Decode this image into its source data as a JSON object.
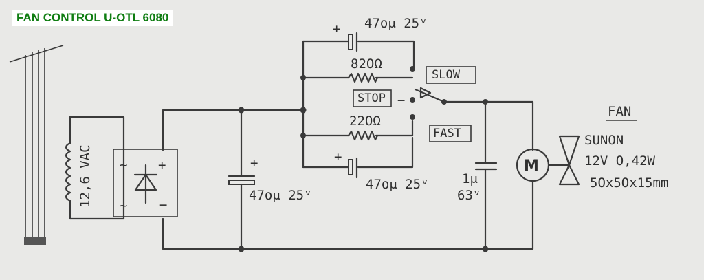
{
  "title": "FAN CONTROL U-OTL 6080",
  "labels": {
    "transformer_voltage": "12,6 VAC",
    "bridge_ac1": "~",
    "bridge_ac2": "~",
    "bridge_plus": "+",
    "bridge_minus": "−",
    "filter_cap_plus": "+",
    "filter_cap_value": "47oμ 25ᵛ",
    "top_cap_plus": "+",
    "top_cap_value": "47oμ 25ᵛ",
    "r_slow": "82OΩ",
    "r_fast": "22OΩ",
    "bottom_cap_plus": "+",
    "bottom_cap_value": "47oμ 25ᵛ",
    "switch_slow": "SLOW",
    "switch_stop": "STOP",
    "switch_fast": "FAST",
    "stop_dash": "−",
    "motor_cap_value": "1μ",
    "motor_cap_voltage": "63ᵛ",
    "motor_symbol": "M",
    "fan_heading": "FAN",
    "fan_brand": "SUNON",
    "fan_rating": "12V O,42W",
    "fan_size": "5Ox5Ox15mm"
  }
}
